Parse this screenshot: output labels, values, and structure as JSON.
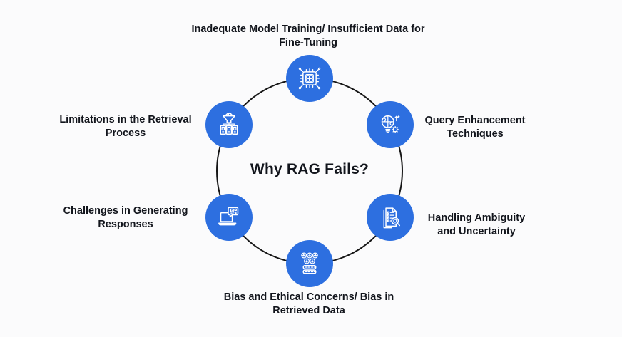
{
  "diagram": {
    "title": "Why RAG Fails?",
    "nodes": [
      {
        "id": "model-training",
        "label": "Inadequate Model Training/ Insufficient Data for Fine-Tuning",
        "icon": "ai-chip-icon",
        "position": "top"
      },
      {
        "id": "query-enhancement",
        "label": "Query Enhancement Techniques",
        "icon": "bulb-gear-arrow-icon",
        "position": "right-top"
      },
      {
        "id": "ambiguity-uncertainty",
        "label": "Handling Ambiguity and Uncertainty",
        "icon": "document-magnifier-icon",
        "position": "right-bottom"
      },
      {
        "id": "bias-ethics",
        "label": "Bias and Ethical Concerns/ Bias in Retrieved Data",
        "icon": "bias-arrows-stack-icon",
        "position": "bottom"
      },
      {
        "id": "generating-responses",
        "label": "Challenges in Generating Responses",
        "icon": "laptop-chat-qr-icon",
        "position": "left-bottom"
      },
      {
        "id": "retrieval-limitations",
        "label": "Limitations in the Retrieval Process",
        "icon": "funnel-database-icon",
        "position": "left-top"
      }
    ],
    "colors": {
      "node_fill": "#2d6fe0",
      "icon_stroke": "#ffffff",
      "ring_stroke": "#161616",
      "text": "#12151c",
      "background": "#fbfbfc"
    }
  }
}
